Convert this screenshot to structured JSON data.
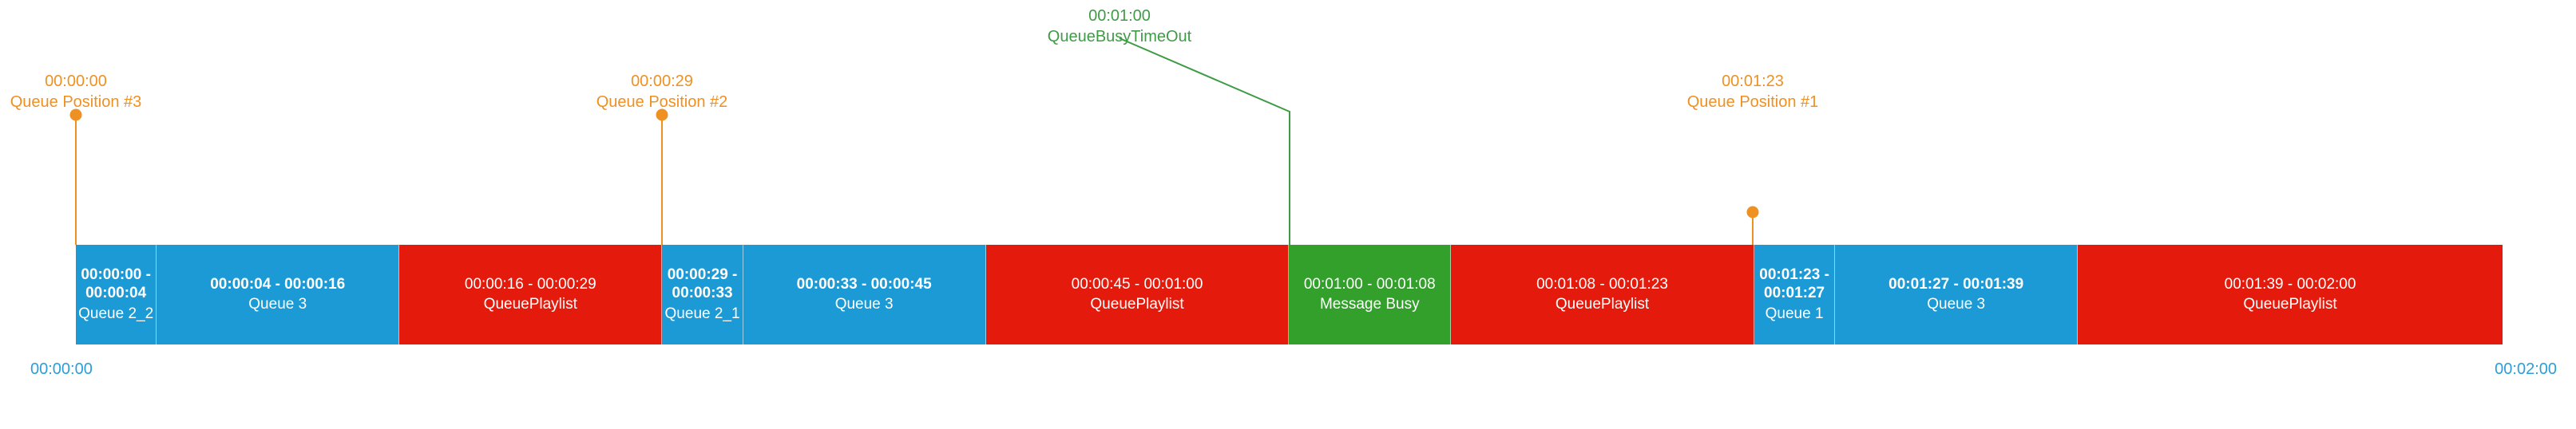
{
  "chart_data": {
    "type": "bar",
    "title": "",
    "xlabel": "",
    "ylabel": "",
    "orientation": "horizontal-timeline",
    "xlim": [
      0,
      120
    ],
    "axis_start_label": "00:00:00",
    "axis_end_label": "00:02:00",
    "grid": false,
    "legend": "none",
    "categories": [
      "Queue 2_2",
      "Queue 3",
      "QueuePlaylist",
      "Queue 2_1",
      "Queue 3",
      "QueuePlaylist",
      "Message Busy",
      "QueuePlaylist",
      "Queue 1",
      "Queue 3",
      "QueuePlaylist"
    ],
    "values": [
      4,
      12,
      13,
      4,
      12,
      15,
      8,
      15,
      4,
      12,
      21
    ],
    "segments": [
      {
        "range": "00:00:00 - 00:00:04",
        "label": "Queue 2_2",
        "start": 0,
        "end": 4,
        "duration": 4,
        "color": "#1c9ad6",
        "kind": "queue"
      },
      {
        "range": "00:00:04 - 00:00:16",
        "label": "Queue 3",
        "start": 4,
        "end": 16,
        "duration": 12,
        "color": "#1c9ad6",
        "kind": "queue"
      },
      {
        "range": "00:00:16 - 00:00:29",
        "label": "QueuePlaylist",
        "start": 16,
        "end": 29,
        "duration": 13,
        "color": "#e41b0c",
        "kind": "playlist"
      },
      {
        "range": "00:00:29 - 00:00:33",
        "label": "Queue 2_1",
        "start": 29,
        "end": 33,
        "duration": 4,
        "color": "#1c9ad6",
        "kind": "queue"
      },
      {
        "range": "00:00:33 - 00:00:45",
        "label": "Queue 3",
        "start": 33,
        "end": 45,
        "duration": 12,
        "color": "#1c9ad6",
        "kind": "queue"
      },
      {
        "range": "00:00:45 - 00:01:00",
        "label": "QueuePlaylist",
        "start": 45,
        "end": 60,
        "duration": 15,
        "color": "#e41b0c",
        "kind": "playlist"
      },
      {
        "range": "00:01:00 - 00:01:08",
        "label": "Message Busy",
        "start": 60,
        "end": 68,
        "duration": 8,
        "color": "#33a02c",
        "kind": "busy"
      },
      {
        "range": "00:01:08 - 00:01:23",
        "label": "QueuePlaylist",
        "start": 68,
        "end": 83,
        "duration": 15,
        "color": "#e41b0c",
        "kind": "playlist"
      },
      {
        "range": "00:01:23 - 00:01:27",
        "label": "Queue 1",
        "start": 83,
        "end": 87,
        "duration": 4,
        "color": "#1c9ad6",
        "kind": "queue"
      },
      {
        "range": "00:01:27 - 00:01:39",
        "label": "Queue 3",
        "start": 87,
        "end": 99,
        "duration": 12,
        "color": "#1c9ad6",
        "kind": "queue"
      },
      {
        "range": "00:01:39 - 00:02:00",
        "label": "QueuePlaylist",
        "start": 99,
        "end": 120,
        "duration": 21,
        "color": "#e41b0c",
        "kind": "playlist"
      }
    ],
    "markers": [
      {
        "time": "00:00:00",
        "name": "Queue Position #3",
        "at": 0,
        "color": "#ef9122",
        "style": "dot-stem"
      },
      {
        "time": "00:00:29",
        "name": "Queue Position #2",
        "at": 29,
        "color": "#ef9122",
        "style": "dot-stem"
      },
      {
        "time": "00:01:00",
        "name": "QueueBusyTimeOut",
        "at": 60,
        "color": "#3f9b46",
        "style": "leader-line"
      },
      {
        "time": "00:01:23",
        "name": "Queue Position #1",
        "at": 83,
        "color": "#ef9122",
        "style": "dot-stem"
      }
    ],
    "colors": {
      "queue": "#1c9ad6",
      "playlist": "#e41b0c",
      "busy": "#33a02c",
      "marker_orange": "#ef9122",
      "marker_green": "#3f9b46",
      "axis_blue": "#2a9fd8",
      "background": "#ffffff"
    }
  }
}
